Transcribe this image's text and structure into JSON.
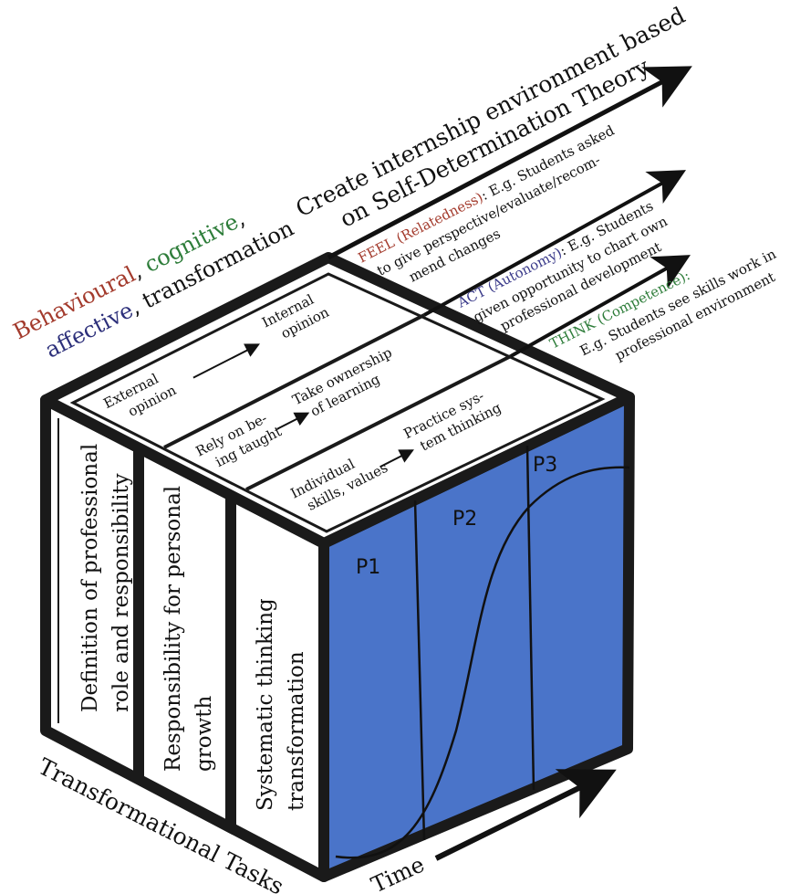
{
  "colors": {
    "outline": "#1a1a1a",
    "front_face": "#ffffff",
    "right_face": "#4a74c9",
    "behavioural": "#a33a2c",
    "cognitive": "#2e7d3a",
    "affective": "#2c2f7a",
    "transformation": "#111111",
    "feel": "#a33a2c",
    "act": "#3a3a8a",
    "think": "#2e7d3a"
  },
  "header": {
    "line1": {
      "behavioural": "Behavioural",
      "comma1": ", ",
      "cognitive": "cognitive",
      "comma2": ","
    },
    "line2": {
      "affective": "affective",
      "rest": ", transformation"
    }
  },
  "environment": {
    "line1": "Create internship environment based",
    "line2": "on Self-Determination Theory"
  },
  "feel": {
    "label": "FEEL (Relatedness)",
    "line1_rest": ": E.g. Students asked",
    "line2": "to give perspective/evaluate/recom-",
    "line3": "mend changes"
  },
  "act": {
    "label": "ACT (Autonomy)",
    "line1_rest": ": E.g. Students",
    "line2": "given opportunity to chart own",
    "line3": "professional development"
  },
  "think": {
    "label": "THINK (Competence):",
    "line2": "E.g. Students see skills work in",
    "line3": "professional environment"
  },
  "top_rows": [
    {
      "from": [
        "External",
        "opinion"
      ],
      "to": [
        "Internal",
        "opinion"
      ]
    },
    {
      "from": [
        "Rely on be-",
        "ing taught"
      ],
      "to": [
        "Take ownership",
        "of learning"
      ]
    },
    {
      "from": [
        "Individual",
        "skills, values"
      ],
      "to": [
        "Practice sys-",
        "tem thinking"
      ]
    }
  ],
  "front_columns": [
    {
      "line1": "Definition of  professional",
      "line2": "role and responsibility"
    },
    {
      "line1": "Responsibility for personal",
      "line2": "growth"
    },
    {
      "line1": "Systematic thinking",
      "line2": "transformation"
    }
  ],
  "phases": [
    "P1",
    "P2",
    "P3"
  ],
  "bottom_left_label": "Transformational Tasks",
  "time_label": "Time"
}
